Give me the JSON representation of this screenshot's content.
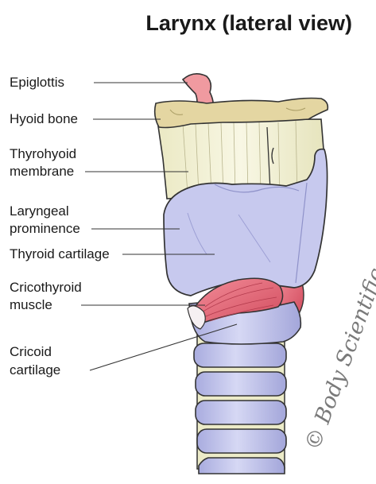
{
  "title": "Larynx (lateral view)",
  "labels": {
    "epiglottis": "Epiglottis",
    "hyoid_bone": "Hyoid bone",
    "thyrohyoid_line1": "Thyrohyoid",
    "thyrohyoid_line2": "membrane",
    "laryngeal_line1": "Laryngeal",
    "laryngeal_line2": "prominence",
    "thyroid_cartilage": "Thyroid cartilage",
    "cricothyroid_line1": "Cricothyroid",
    "cricothyroid_line2": "muscle",
    "cricoid_line1": "Cricoid",
    "cricoid_line2": "cartilage"
  },
  "credit": "© Body Scientific",
  "colors": {
    "cartilage": "#c7c9ee",
    "cartilage_shadow": "#a6a9de",
    "membrane": "#f3f1d4",
    "hyoid": "#e4d6a2",
    "epiglottis": "#f09aa0",
    "muscle": "#e26b7a"
  }
}
